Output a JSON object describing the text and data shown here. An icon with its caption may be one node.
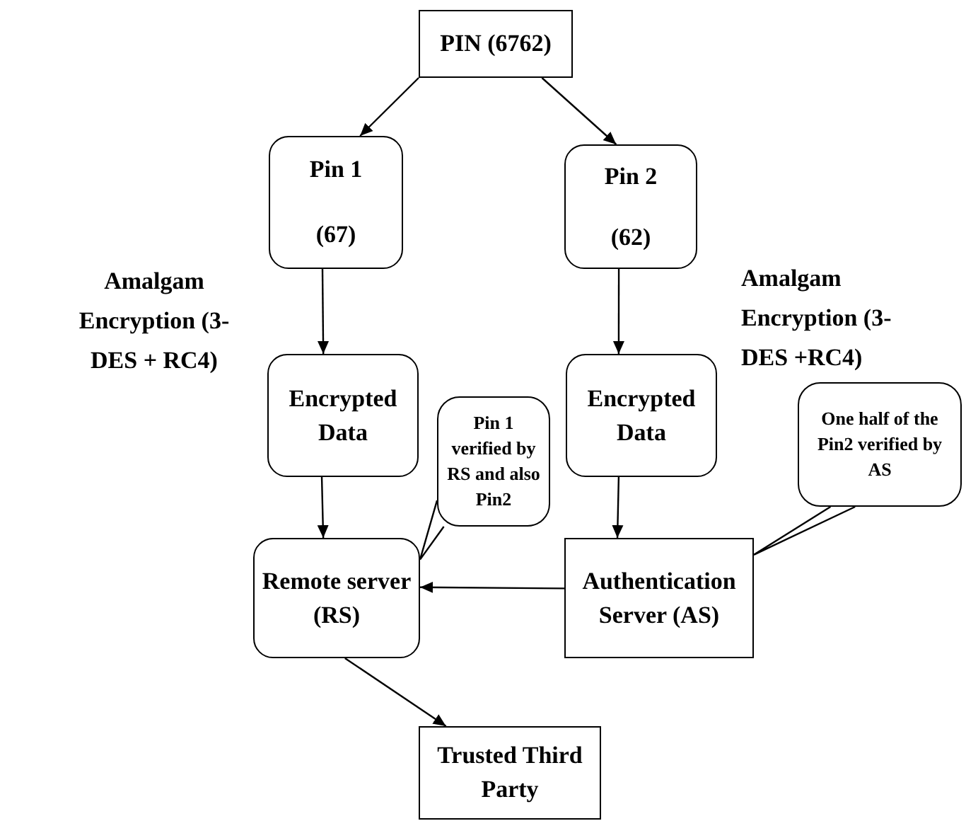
{
  "diagram": {
    "nodes": [
      {
        "text": [
          "PIN (6762)"
        ]
      },
      {
        "text": [
          "Pin 1",
          "(67)"
        ]
      },
      {
        "text": [
          "Pin 2",
          "(62)"
        ]
      },
      {
        "text": [
          "Encrypted Data"
        ]
      },
      {
        "text": [
          "Encrypted Data"
        ]
      },
      {
        "text": [
          "Pin 1 verified by RS and also Pin2"
        ]
      },
      {
        "text": [
          "One half of the Pin2 verified by AS"
        ]
      },
      {
        "text": [
          "Remote server (RS)"
        ]
      },
      {
        "text": [
          "Authentication Server (AS)"
        ]
      },
      {
        "text": [
          "Trusted Third Party"
        ]
      }
    ],
    "edges": [
      {
        "from": 0,
        "to": 1,
        "arrow": "to"
      },
      {
        "from": 0,
        "to": 2,
        "arrow": "to"
      },
      {
        "from": 1,
        "to": 3,
        "arrow": "to"
      },
      {
        "from": 2,
        "to": 4,
        "arrow": "to"
      },
      {
        "from": 3,
        "to": 7,
        "arrow": "to"
      },
      {
        "from": 4,
        "to": 8,
        "arrow": "to"
      },
      {
        "from": 8,
        "to": 7,
        "arrow": "to"
      },
      {
        "from": 7,
        "to": 9,
        "arrow": "to"
      },
      {
        "from": 5,
        "to": 7,
        "arrow": "none"
      },
      {
        "from": 6,
        "to": 8,
        "arrow": "none"
      }
    ],
    "labels": [
      "Amalgam Encryption (3-DES + RC4)",
      "Amalgam Encryption (3-DES +RC4)"
    ]
  }
}
